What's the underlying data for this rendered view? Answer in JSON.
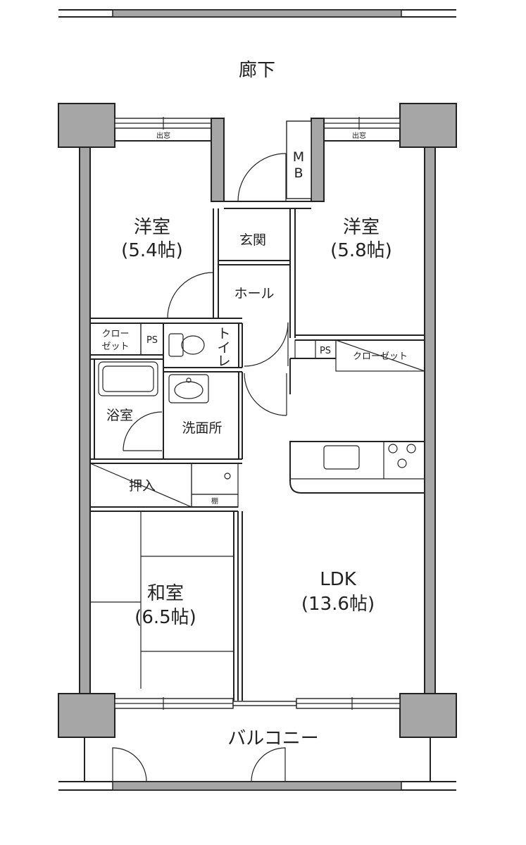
{
  "labels": {
    "corridor": "廊下",
    "balcony": "バルコニー",
    "western_room_left_name": "洋室",
    "western_room_left_size": "(5.4帖)",
    "western_room_right_name": "洋室",
    "western_room_right_size": "(5.8帖)",
    "entrance": "玄関",
    "hall": "ホール",
    "mb_m": "M",
    "mb_b": "B",
    "toilet_1": "ト",
    "toilet_2": "イ",
    "toilet_3": "レ",
    "closet_left_1": "クロー",
    "closet_left_2": "ゼット",
    "ps_left": "PS",
    "ps_right": "PS",
    "closet_right": "クローゼット",
    "bathroom": "浴室",
    "washroom": "洗面所",
    "oshiire": "押入",
    "shelf": "棚",
    "japanese_room_name": "和室",
    "japanese_room_size": "(6.5帖)",
    "ldk_name": "LDK",
    "ldk_size": "(13.6帖)",
    "bay_window_left": "出窓",
    "bay_window_right": "出窓"
  }
}
